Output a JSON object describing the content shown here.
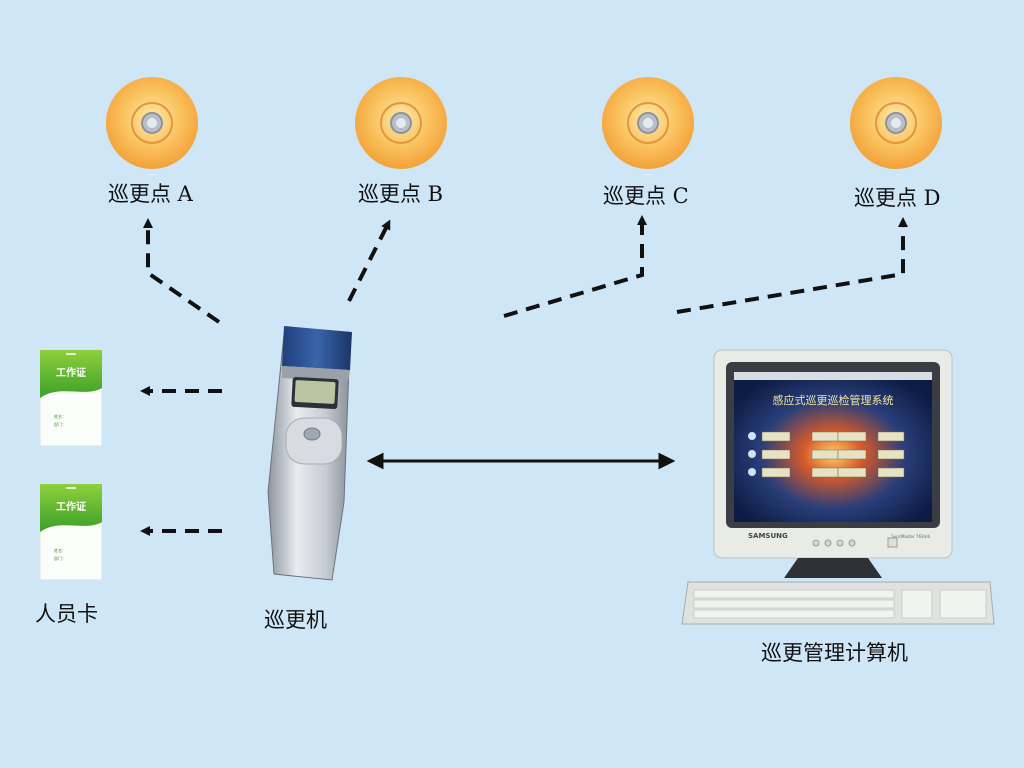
{
  "checkpoints": [
    {
      "label": "巡更点 A"
    },
    {
      "label": "巡更点 B"
    },
    {
      "label": "巡更点 C"
    },
    {
      "label": "巡更点 D"
    }
  ],
  "cards": {
    "label": "人员卡",
    "card_title": "工作证",
    "card_fields": [
      "姓名：",
      "部门："
    ]
  },
  "reader": {
    "label": "巡更机"
  },
  "computer": {
    "label": "巡更管理计算机",
    "screen_title": "感应式巡更巡检管理系统",
    "brand": "SAMSUNG",
    "model": "SyncMaster 763mb"
  },
  "colors": {
    "background": "#cfe6f7",
    "disc": "#f7b54c",
    "card_green": "#4caf2a"
  }
}
